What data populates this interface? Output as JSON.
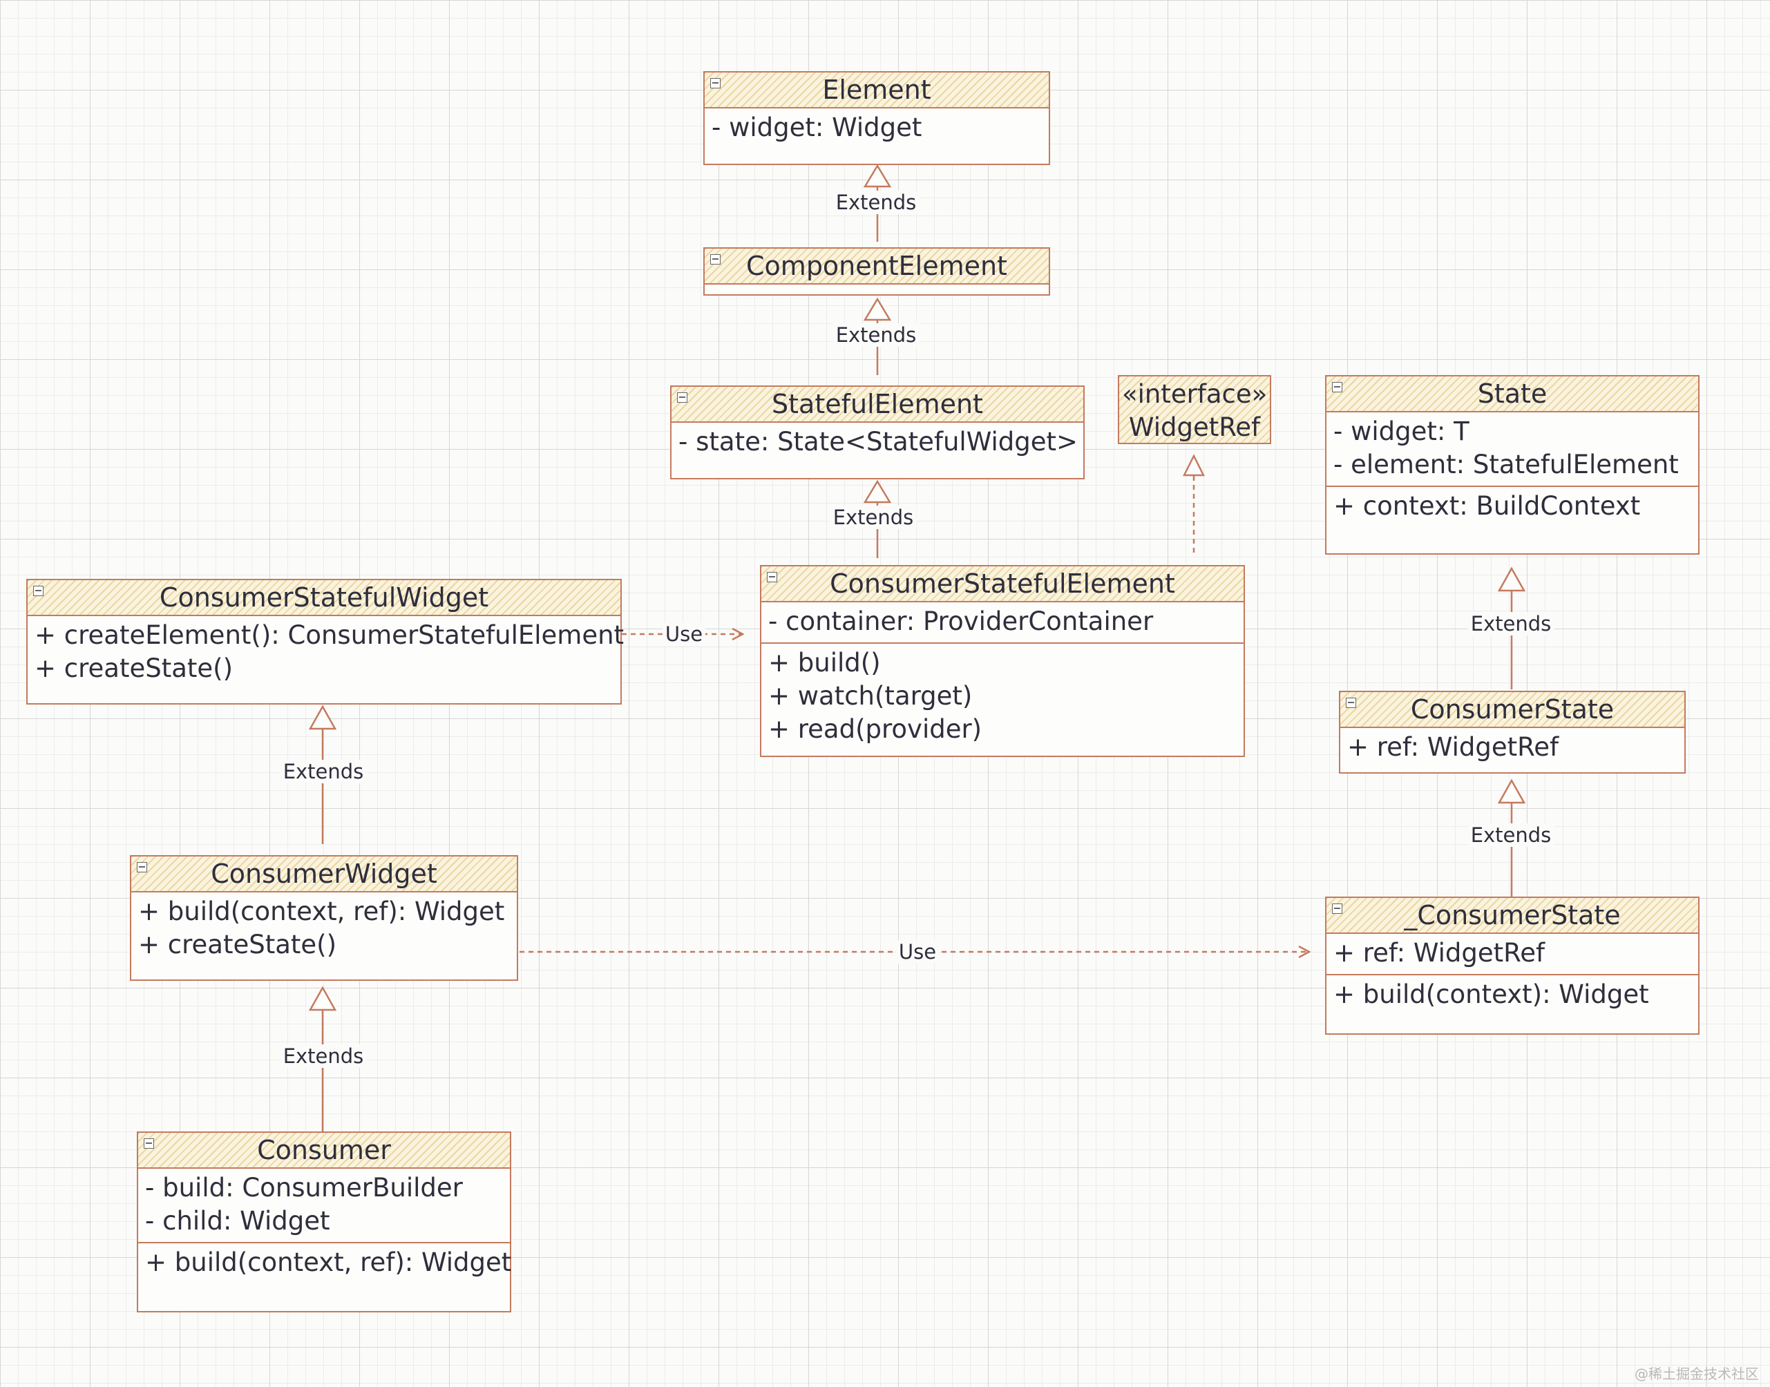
{
  "classes": {
    "element": {
      "name": "Element",
      "attributes": [
        "- widget: Widget"
      ],
      "methods": []
    },
    "component_element": {
      "name": "ComponentElement",
      "attributes": [],
      "methods": []
    },
    "stateful_element": {
      "name": "StatefulElement",
      "attributes": [
        "- state: State<StatefulWidget>"
      ],
      "methods": []
    },
    "widget_ref": {
      "stereotype": "«interface»",
      "name": "WidgetRef"
    },
    "consumer_stateful_element": {
      "name": "ConsumerStatefulElement",
      "attributes": [
        "- container: ProviderContainer"
      ],
      "methods": [
        "+ build()",
        "+ watch(target)",
        "+ read(provider)"
      ]
    },
    "consumer_stateful_widget": {
      "name": "ConsumerStatefulWidget",
      "attributes": [
        "+ createElement(): ConsumerStatefulElement",
        "+ createState()"
      ],
      "methods": []
    },
    "consumer_widget": {
      "name": "ConsumerWidget",
      "attributes": [
        "+ build(context, ref): Widget",
        "+ createState()"
      ],
      "methods": []
    },
    "consumer": {
      "name": "Consumer",
      "attributes": [
        "- build: ConsumerBuilder",
        "- child: Widget"
      ],
      "methods": [
        "+ build(context, ref): Widget"
      ]
    },
    "state": {
      "name": "State",
      "attributes": [
        "- widget: T",
        "- element: StatefulElement"
      ],
      "methods": [
        "+ context: BuildContext"
      ]
    },
    "consumer_state": {
      "name": "ConsumerState",
      "attributes": [
        "+ ref: WidgetRef"
      ],
      "methods": []
    },
    "private_consumer_state": {
      "name": "_ConsumerState",
      "attributes": [
        "+ ref: WidgetRef"
      ],
      "methods": [
        "+ build(context): Widget"
      ]
    }
  },
  "relations": {
    "extends_label": "Extends",
    "use_label": "Use",
    "e1": "Extends",
    "e2": "Extends",
    "e3": "Extends",
    "e4": "Extends",
    "e5": "Extends",
    "e6": "Extends",
    "e7": "Extends",
    "u1": "Use",
    "u2": "Use"
  },
  "colors": {
    "stroke": "#c47a5e",
    "header_fill": "#fbf3de",
    "hatch": "#e8d8a4",
    "text": "#2e2e3c",
    "grid": "#d6d6d6"
  },
  "icons": {
    "collapse": "collapse-box-icon"
  },
  "watermark": "@稀土掘金技术社区"
}
